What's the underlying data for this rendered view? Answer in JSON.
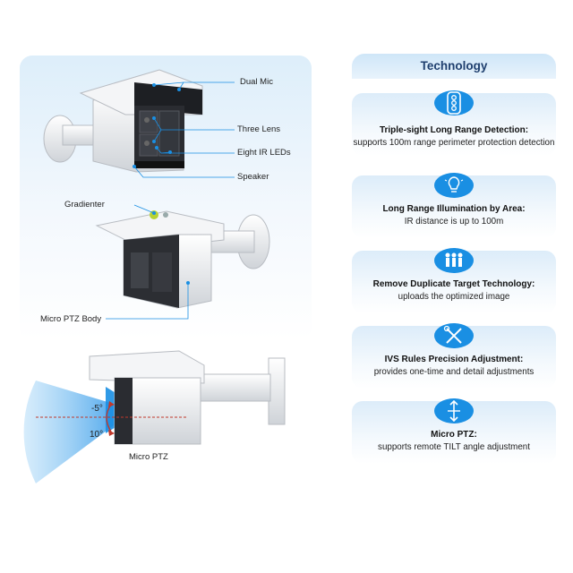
{
  "callouts": {
    "dual_mic": "Dual Mic",
    "three_lens": "Three Lens",
    "eight_ir": "Eight IR LEDs",
    "speaker": "Speaker",
    "gradienter": "Gradienter",
    "micro_ptz_body": "Micro PTZ Body",
    "micro_ptz": "Micro PTZ"
  },
  "angles": {
    "up": "-5°",
    "down": "10°"
  },
  "technology": {
    "title": "Technology",
    "items": [
      {
        "icon": "three-lens-icon",
        "title": "Triple-sight Long Range Detection:",
        "desc": "supports 100m range perimeter protection detection"
      },
      {
        "icon": "light-bulb-icon",
        "title": "Long Range Illumination by Area:",
        "desc": "IR distance is up to 100m"
      },
      {
        "icon": "people-icon",
        "title": "Remove Duplicate Target Technology:",
        "desc": "uploads the optimized image"
      },
      {
        "icon": "tools-icon",
        "title": "IVS Rules Precision Adjustment:",
        "desc": "provides one-time and detail adjustments"
      },
      {
        "icon": "tilt-arrows-icon",
        "title": "Micro PTZ:",
        "desc": "supports remote TILT angle adjustment"
      }
    ]
  },
  "colors": {
    "accent": "#1a8fe3",
    "header_text": "#1f3f6e",
    "panel": "#ddeefa"
  }
}
